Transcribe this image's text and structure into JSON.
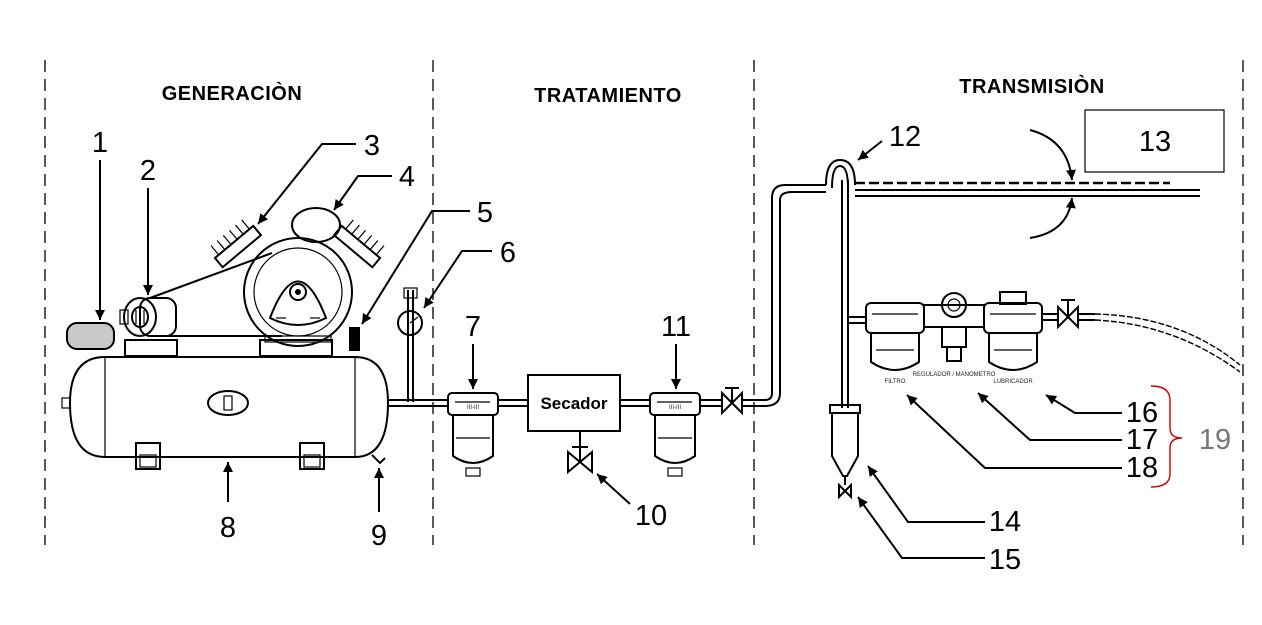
{
  "sections": {
    "generation": "GENERACIÒN",
    "treatment": "TRATAMIENTO",
    "transmission": "TRANSMISIÒN"
  },
  "dryer_label": "Secador",
  "callouts": [
    "1",
    "2",
    "3",
    "4",
    "5",
    "6",
    "7",
    "8",
    "9",
    "10",
    "11",
    "12",
    "13",
    "14",
    "15",
    "16",
    "17",
    "18",
    "19"
  ],
  "unit_labels": [
    "FILTRO",
    "REGULADOR / MANOMETRO",
    "LUBRICADOR"
  ],
  "colors": {
    "bracket": "#cc0000",
    "number19": "#777777"
  }
}
